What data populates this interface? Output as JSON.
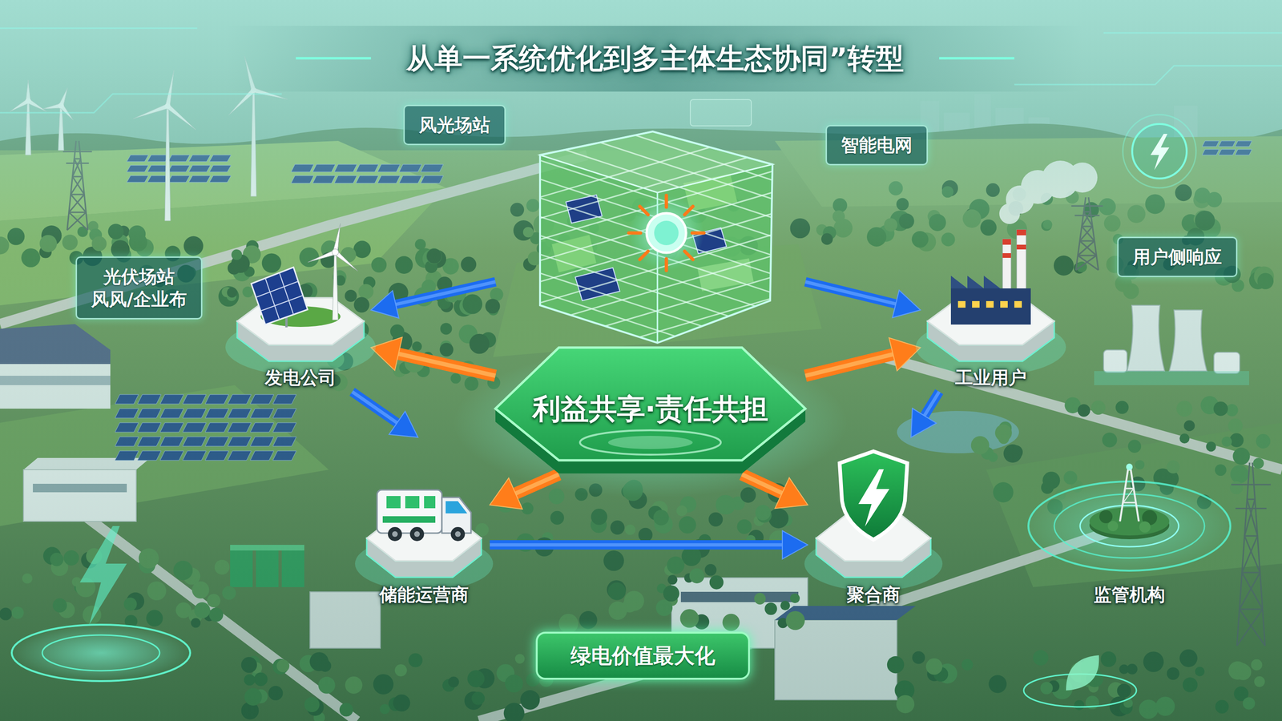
{
  "diagram": {
    "title": "从单一系统优化到多主体生态协同”转型",
    "nodes": [
      {
        "text": [
          "风光场站"
        ]
      },
      {
        "text": [
          "智能电网"
        ]
      },
      {
        "text": [
          "光伏场站",
          "风风/企业布"
        ]
      },
      {
        "text": [
          "用户侧响应"
        ]
      },
      {
        "text": [
          "发电公司"
        ]
      },
      {
        "text": [
          "利益共享·责任共担"
        ]
      },
      {
        "text": [
          "工业用户"
        ]
      },
      {
        "text": [
          "储能运营商"
        ]
      },
      {
        "text": [
          "聚合商"
        ]
      },
      {
        "text": [
          "监管机构"
        ]
      },
      {
        "text": [
          "绿电价值最大化"
        ]
      }
    ],
    "edges": [
      {
        "from": 5,
        "to": 4,
        "arrow": "to"
      },
      {
        "from": 5,
        "to": 6,
        "arrow": "to"
      },
      {
        "from": 4,
        "to": 7,
        "arrow": "to"
      },
      {
        "from": 7,
        "to": 8,
        "arrow": "to"
      },
      {
        "from": 6,
        "to": 8,
        "arrow": "to"
      },
      {
        "from": 5,
        "to": 4,
        "arrow": "to"
      },
      {
        "from": 5,
        "to": 6,
        "arrow": "to"
      },
      {
        "from": 5,
        "to": 7,
        "arrow": "to"
      },
      {
        "from": 5,
        "to": 8,
        "arrow": "to"
      }
    ]
  }
}
